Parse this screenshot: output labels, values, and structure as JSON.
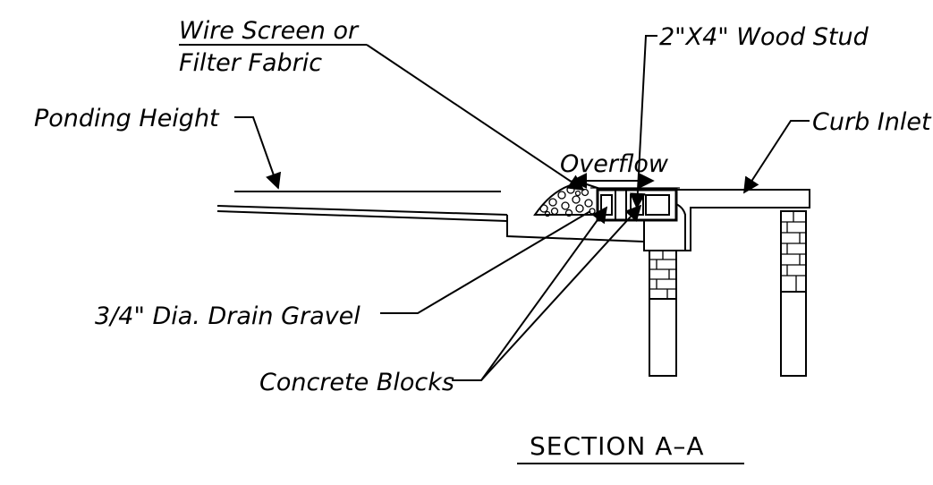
{
  "labels": {
    "wire_screen_line1": "Wire Screen or",
    "wire_screen_line2": "Filter Fabric",
    "wood_stud": "2\"X4\" Wood Stud",
    "ponding_height": "Ponding Height",
    "curb_inlet": "Curb Inlet",
    "overflow": "Overflow",
    "drain_gravel": "3/4\" Dia. Drain Gravel",
    "concrete_blocks": "Concrete Blocks",
    "section_title": "SECTION A–A"
  }
}
